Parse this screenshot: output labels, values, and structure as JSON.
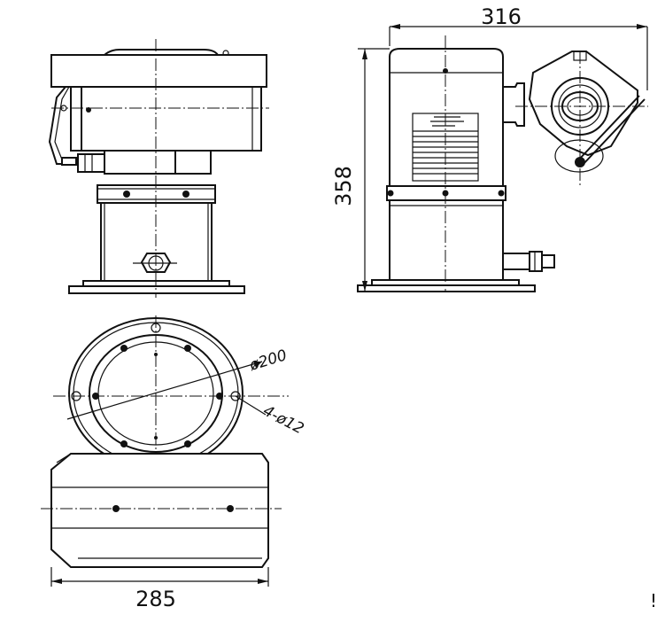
{
  "dimensions": {
    "total_width": "316",
    "total_height": "358",
    "base_width": "285",
    "flange_diameter": "ø200",
    "mounting_holes": "4-ø12"
  },
  "corner_mark": "!",
  "colors": {
    "line": "#111111",
    "background": "#ffffff"
  }
}
